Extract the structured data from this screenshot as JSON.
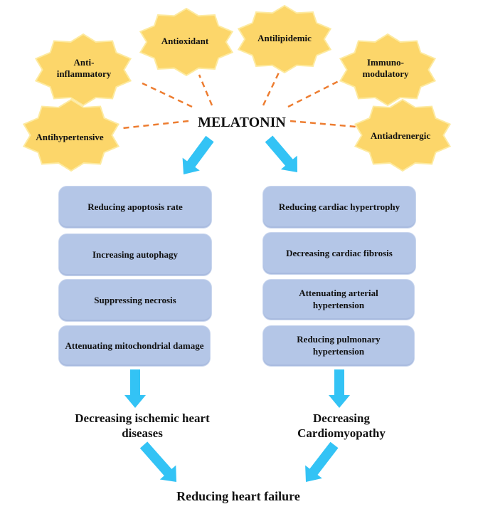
{
  "center": {
    "label": "MELATONIN"
  },
  "properties": [
    {
      "id": "anti-inflammatory",
      "label": "Anti-\ninflammatory"
    },
    {
      "id": "antioxidant",
      "label": "Antioxidant"
    },
    {
      "id": "antilipidemic",
      "label": "Antilipidemic"
    },
    {
      "id": "immunomodulatory",
      "label": "Immuno-\nmodulatory"
    },
    {
      "id": "antihypertensive",
      "label": "Antihypertensive"
    },
    {
      "id": "antiadrenergic",
      "label": "Antiadrenergic"
    }
  ],
  "left_column": {
    "effects": [
      "Reducing apoptosis rate",
      "Increasing autophagy",
      "Suppressing necrosis",
      "Attenuating mitochondrial damage"
    ],
    "outcome": "Decreasing ischemic heart diseases"
  },
  "right_column": {
    "effects": [
      "Reducing cardiac hypertrophy",
      "Decreasing cardiac fibrosis",
      "Attenuating arterial hypertension",
      "Reducing pulmonary hypertension"
    ],
    "outcome": "Decreasing Cardiomyopathy"
  },
  "final_outcome": "Reducing heart failure",
  "colors": {
    "star_fill": "#fcd66a",
    "star_highlight": "#fdeaa0",
    "connector": "#ed7d31",
    "arrow": "#33c3f5",
    "box_fill": "#b4c6e7"
  }
}
